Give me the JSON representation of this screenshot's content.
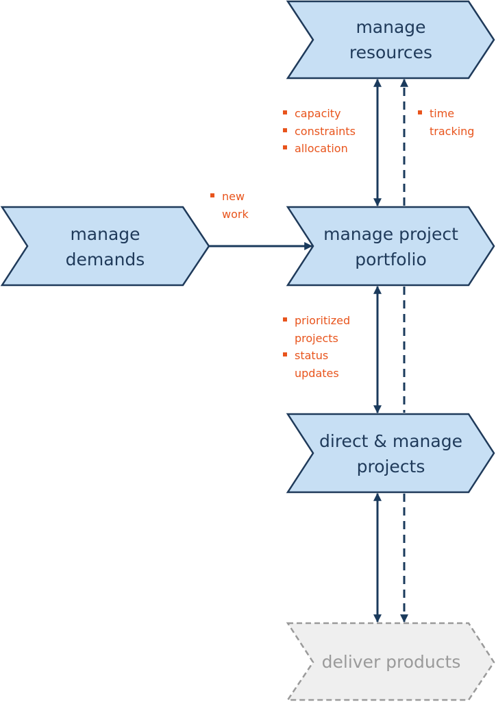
{
  "nodes": {
    "manage_resources": [
      "manage",
      "resources"
    ],
    "manage_demands": [
      "manage",
      "demands"
    ],
    "manage_portfolio": [
      "manage project",
      "portfolio"
    ],
    "direct_projects": [
      "direct & manage",
      "projects"
    ],
    "deliver_products": [
      "deliver products"
    ]
  },
  "annotations": {
    "resources_down": [
      "capacity",
      "constraints",
      "allocation"
    ],
    "resources_up": [
      [
        "time",
        "tracking"
      ]
    ],
    "new_work": [
      [
        "new",
        "work"
      ]
    ],
    "portfolio_down": [
      [
        "prioritized",
        "projects"
      ],
      [
        "status",
        "updates"
      ]
    ]
  },
  "colors": {
    "node_fill": "#c7dff4",
    "node_stroke": "#1f3a5a",
    "arrow": "#1a3a5c",
    "annotation": "#e8541c",
    "muted_fill": "#efefef",
    "muted_stroke": "#9a9a9a"
  }
}
